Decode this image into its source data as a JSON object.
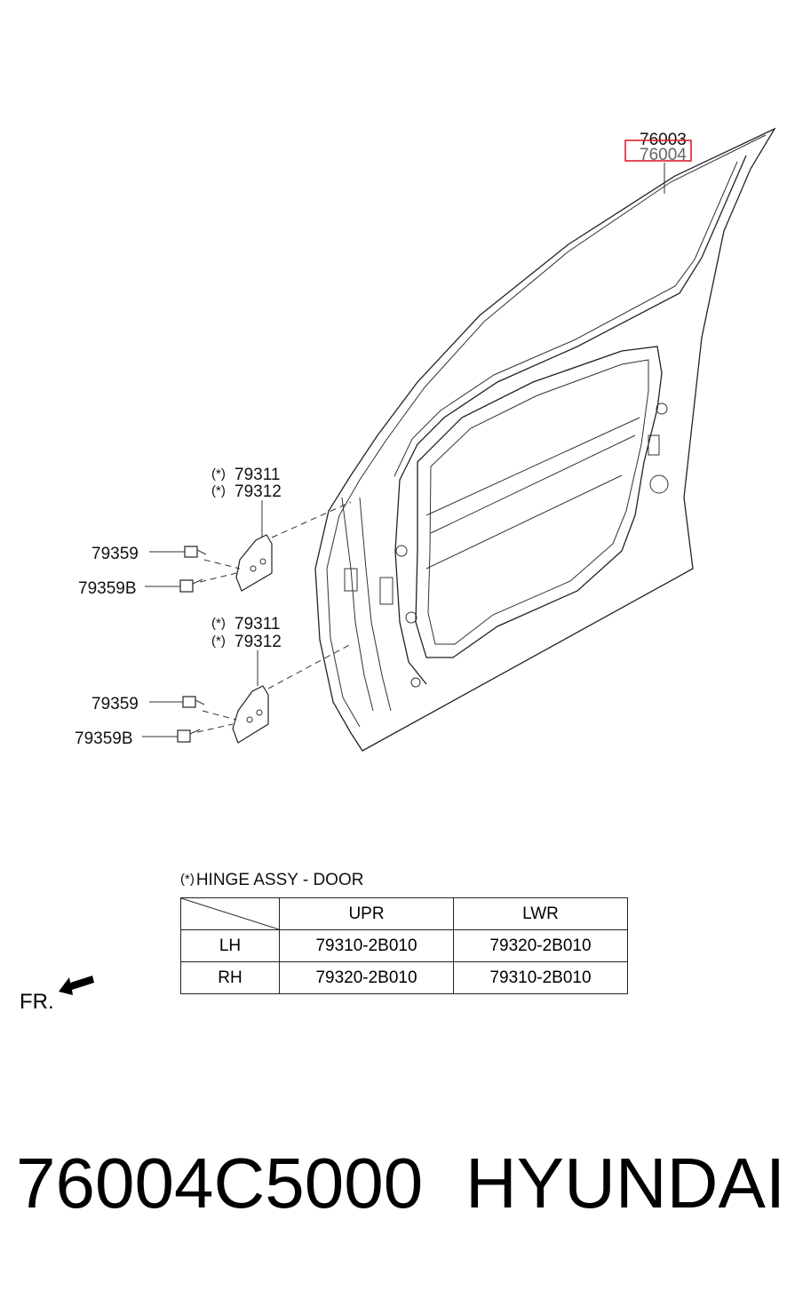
{
  "callouts": {
    "door_part_a": "76003",
    "door_part_b": "76004",
    "upper_hinge_a": "79311",
    "upper_hinge_b": "79312",
    "upper_bolt_a": "79359",
    "upper_bolt_b": "79359B",
    "lower_hinge_a": "79311",
    "lower_hinge_b": "79312",
    "lower_bolt_a": "79359",
    "lower_bolt_b": "79359B",
    "star_mark": "(*)"
  },
  "highlight_color": "#e0202a",
  "table": {
    "caption_mark": "(*)",
    "caption": "HINGE ASSY - DOOR",
    "columns": [
      "UPR",
      "LWR"
    ],
    "rows": [
      {
        "label": "LH",
        "cells": [
          "79310-2B010",
          "79320-2B010"
        ]
      },
      {
        "label": "RH",
        "cells": [
          "79320-2B010",
          "79310-2B010"
        ]
      }
    ]
  },
  "fr_label": "FR.",
  "footer": {
    "part_number": "76004C5000",
    "brand": "HYUNDAI"
  }
}
